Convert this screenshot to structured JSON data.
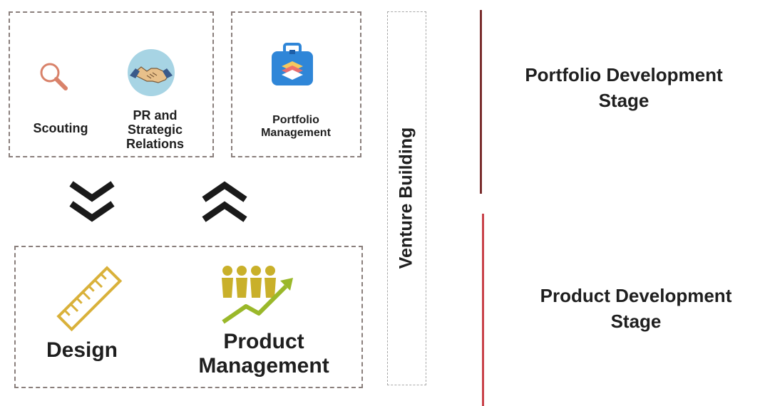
{
  "portfolio_stage": {
    "items": [
      {
        "label": "Scouting",
        "icon": "magnifier-icon"
      },
      {
        "label": "PR and\nStrategic\nRelations",
        "icon": "handshake-icon"
      },
      {
        "label": "Portfolio\nManagement",
        "icon": "briefcase-icon"
      }
    ]
  },
  "product_stage": {
    "items": [
      {
        "label": "Design",
        "icon": "ruler-icon"
      },
      {
        "label": "Product\nManagement",
        "icon": "team-growth-icon"
      }
    ]
  },
  "venture_building_label": "Venture Building",
  "stages": {
    "portfolio": "Portfolio Development\nStage",
    "product": "Product Development\nStage"
  },
  "colors": {
    "dashed_border": "#8a7f7c",
    "portfolio_line": "#7a2e2e",
    "product_line": "#c9424a",
    "chevron": "#1a1a1a"
  }
}
